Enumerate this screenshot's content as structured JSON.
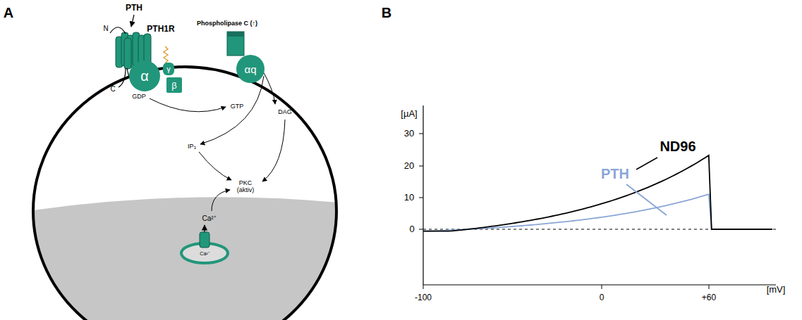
{
  "diagram": {
    "nodes": [
      {
        "text": [
          "α"
        ]
      },
      {
        "text": [
          "γ"
        ]
      },
      {
        "text": [
          "β"
        ]
      },
      {
        "text": [
          "αq"
        ]
      }
    ],
    "labels": [
      "A",
      "PTH",
      "PTH1R",
      "N",
      "C",
      "GDP",
      "Phospholipase C (↑)",
      "GTP",
      "DAG",
      "IP₃",
      "PKC (aktiv)",
      "Ca²⁺",
      "Ca²⁺",
      "B",
      "[µA]",
      "30",
      "20",
      "10",
      "0",
      "-100",
      "0",
      "+60",
      "[mV]",
      "ND96",
      "PTH"
    ]
  }
}
